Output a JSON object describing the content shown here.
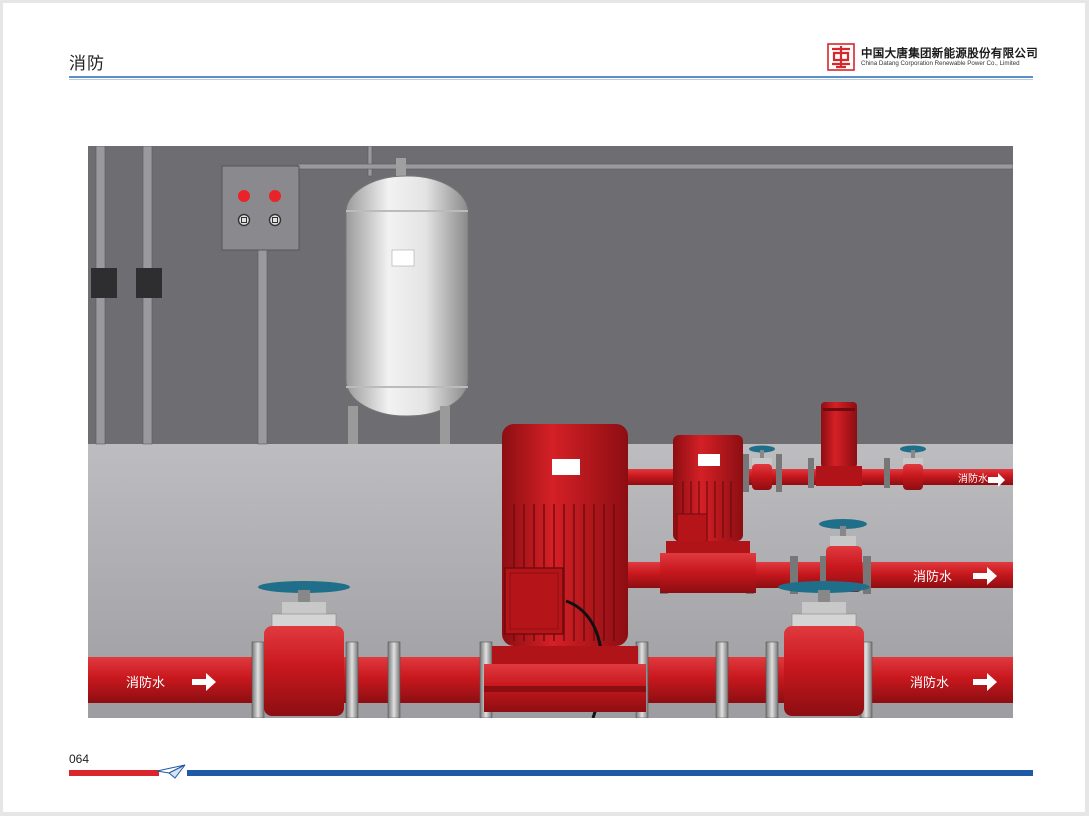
{
  "header": {
    "title": "消防",
    "logo": {
      "name_cn": "中国大唐集团新能源股份有限公司",
      "name_en": "China Datang Corporation Renewable Power Co., Limited",
      "mark_icon": "datang-seal-icon",
      "mark_color": "#d9262c"
    }
  },
  "illustration": {
    "pipe_label": "消防水",
    "colors": {
      "wall": "#6e6e72",
      "floor": "#a9a9ad",
      "pipe_red": "#c8181e",
      "valve_blue": "#1f6f8b",
      "tank": "#d4d4d4"
    }
  },
  "footer": {
    "page_number": "064",
    "colors": {
      "red": "#d9262c",
      "blue": "#1f5aa6"
    }
  }
}
